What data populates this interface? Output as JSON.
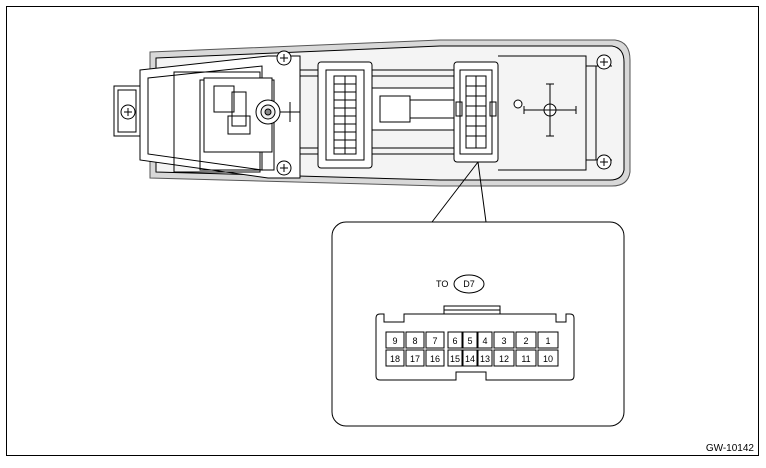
{
  "figure_id": "GW-10142",
  "callout": {
    "prefix": "TO",
    "connector_id": "D7"
  },
  "connector": {
    "top_row": [
      "9",
      "8",
      "7",
      "6",
      "5",
      "4",
      "3",
      "2",
      "1"
    ],
    "bottom_row": [
      "18",
      "17",
      "16",
      "15",
      "14",
      "13",
      "12",
      "11",
      "10"
    ]
  },
  "icons": {
    "screw": "screw-icon"
  }
}
